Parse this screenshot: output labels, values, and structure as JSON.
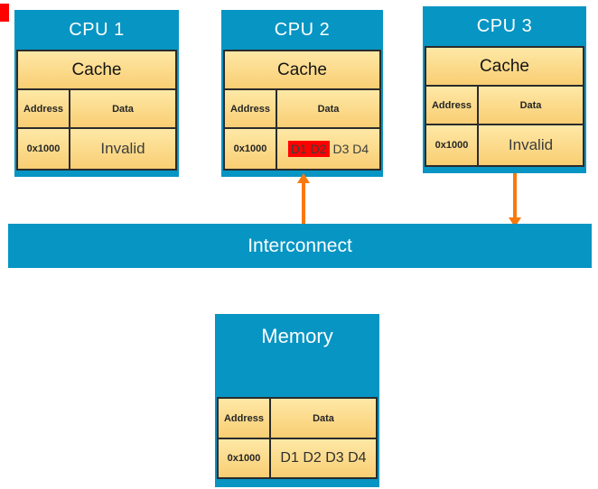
{
  "colors": {
    "box_blue": "#0795C3",
    "cell_cream_top": "#FEE8A6",
    "cell_cream_bottom": "#F9CE73",
    "connector_orange": "#F8790B",
    "highlight_red": "#FF0000",
    "table_border": "#2B2B2B"
  },
  "cpus": [
    {
      "title": "CPU 1",
      "cache_label": "Cache",
      "col_address": "Address",
      "col_data": "Data",
      "address": "0x1000",
      "data": "Invalid"
    },
    {
      "title": "CPU 2",
      "cache_label": "Cache",
      "col_address": "Address",
      "col_data": "Data",
      "address": "0x1000",
      "data_highlighted": "D1 D2",
      "data_rest": "D3 D4"
    },
    {
      "title": "CPU 3",
      "cache_label": "Cache",
      "col_address": "Address",
      "col_data": "Data",
      "address": "0x1000",
      "data": "Invalid"
    }
  ],
  "interconnect": {
    "label": "Interconnect"
  },
  "memory": {
    "title": "Memory",
    "col_address": "Address",
    "col_data": "Data",
    "address": "0x1000",
    "data": "D1 D2 D3 D4"
  }
}
